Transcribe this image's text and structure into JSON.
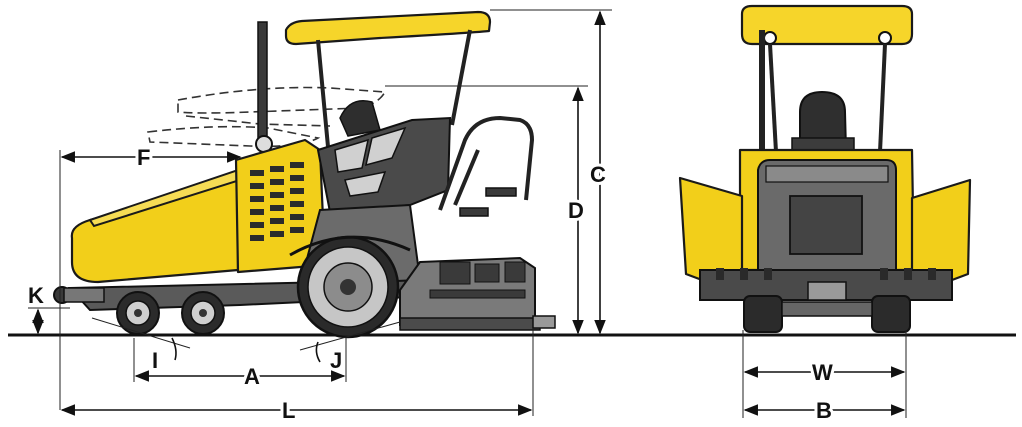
{
  "colors": {
    "body_yellow": "#f2cf1a",
    "canopy_yellow": "#f6d52a",
    "dark_gray": "#3a3a3a",
    "mid_gray": "#8a8a8a",
    "light_gray": "#c9c9c9",
    "ink": "#111111"
  },
  "labels": {
    "A": "A",
    "B": "B",
    "C": "C",
    "D": "D",
    "F": "F",
    "I": "I",
    "J": "J",
    "K": "K",
    "L": "L",
    "W": "W"
  }
}
